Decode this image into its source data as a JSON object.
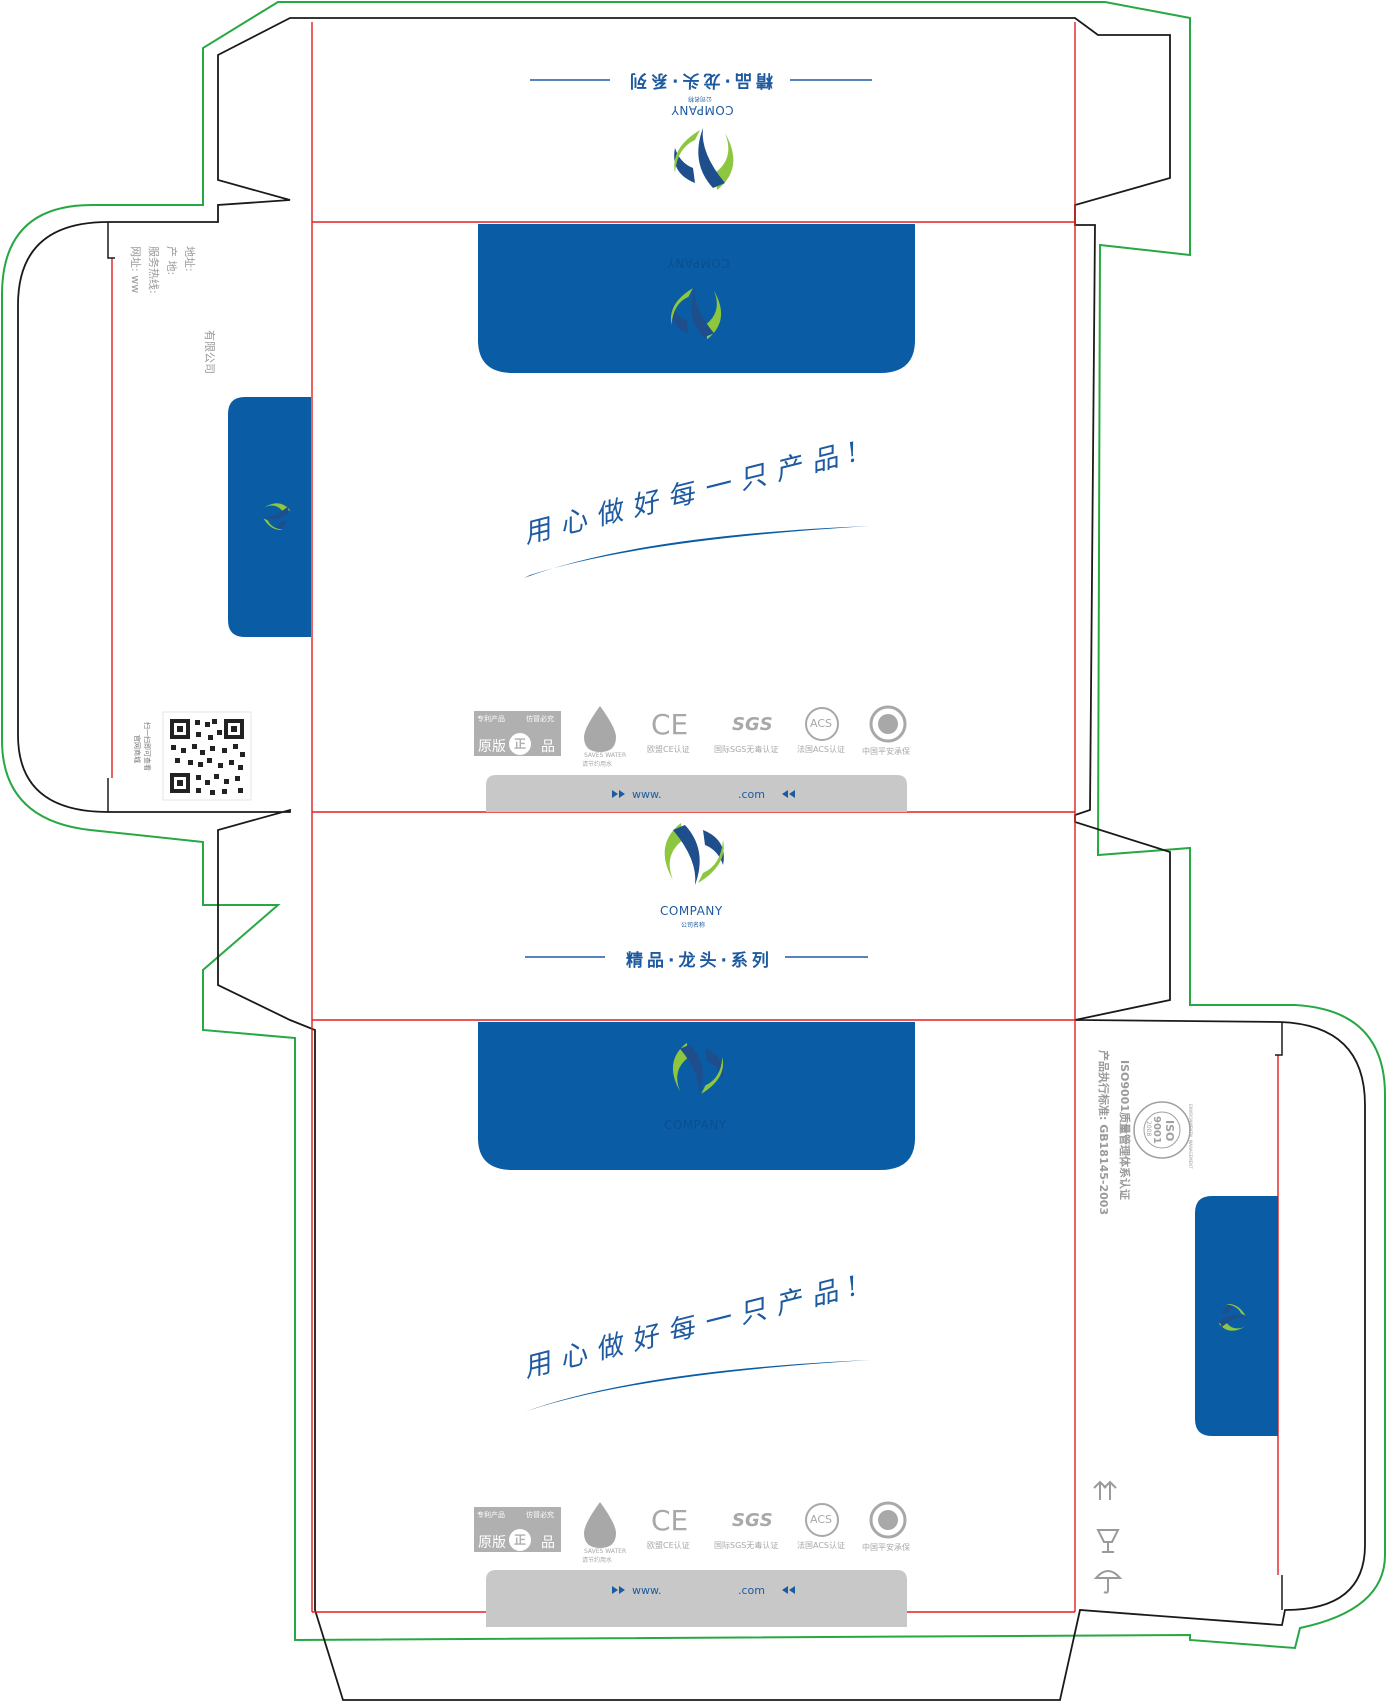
{
  "colors": {
    "brand_blue": "#0a5ca5",
    "leaf_green": "#8dc63f",
    "cut_line": "#1a1a1a",
    "fold_line": "#e02020",
    "bleed_line": "#27a844",
    "cert_gray": "#a8a8a8",
    "url_bar": "#c8c8c8"
  },
  "brand": {
    "company": "COMPANY",
    "company_cn": "公司名称",
    "series_label": "精品·龙头·系列",
    "slogan": "用心做好每一只产品!"
  },
  "certs": {
    "patent_top": "专利产品",
    "patent_top2": "仿冒必究",
    "patent_main": "原版",
    "patent_mark": "正",
    "patent_tail": "品",
    "save_water": "SAVES WATER",
    "save_water_cn": "请节约用水",
    "ce_mark": "CE",
    "ce_caption": "欧盟CE认证",
    "sgs_mark": "SGS",
    "sgs_caption": "国际SGS无毒认证",
    "acs_mark": "ACS",
    "acs_caption": "法国ACS认证",
    "insurance_caption": "中国平安承保"
  },
  "url": {
    "prefix": "www.",
    "suffix": ".com"
  },
  "info": {
    "address": "地址:",
    "origin": "产 地:",
    "hotline": "服务热线:",
    "website": "网址: ww",
    "company_suffix": "有限公司",
    "qr_caption_1": "扫一扫即可查看",
    "qr_caption_2": "官网商城"
  },
  "iso": {
    "line1": "ISO9001质量管理体系认证",
    "line2": "产品执行标准: GB18145-2003",
    "stamp_top": "ISO",
    "stamp_num": "9001",
    "stamp_year": "2008",
    "stamp_ring": "ENVIRONMENTAL MANAGEMENT"
  }
}
